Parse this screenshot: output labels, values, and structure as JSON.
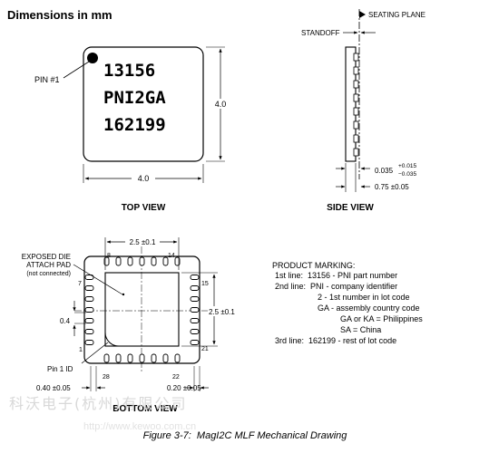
{
  "title": "Dimensions in mm",
  "top_view": {
    "pin1_label": "PIN #1",
    "marking": [
      "13156",
      "PNI2GA",
      "162199"
    ],
    "width_dim": "4.0",
    "height_dim": "4.0",
    "caption": "TOP VIEW"
  },
  "side_view": {
    "seating_plane": "SEATING PLANE",
    "standoff": "STANDOFF",
    "thickness_dim": "0.035",
    "thickness_tol_plus": "+0.015",
    "thickness_tol_minus": "−0.035",
    "height_dim": "0.75 ±0.05",
    "caption": "SIDE VIEW"
  },
  "bottom_view": {
    "exposed_pad_label": [
      "EXPOSED DIE",
      "ATTACH PAD",
      "(not connected)"
    ],
    "pin1_id": "Pin 1 ID",
    "dim_top": "2.5 ±0.1",
    "dim_right": "2.5 ±0.1",
    "dim_pitch": "0.4",
    "dim_pad_width": "0.40 ±0.05",
    "dim_pad_length": "0.20 ±0.05",
    "pin_numbers": {
      "p1": "1",
      "p7": "7",
      "p8": "8",
      "p14": "14",
      "p15": "15",
      "p21": "21",
      "p22": "22",
      "p28": "28"
    },
    "caption": "BOTTOM VIEW"
  },
  "product_marking": {
    "heading": "PRODUCT MARKING:",
    "lines": [
      "1st line:  13156 - PNI part number",
      "2nd line:  PNI - company identifier",
      "2 - 1st number in lot code",
      "GA - assembly country code",
      "GA or KA = Philippines",
      "SA = China",
      "3rd line:  162199 - rest of lot code"
    ]
  },
  "watermark": [
    "科沃电子(杭州)有限公司",
    "http://www.kewoo.com.cn"
  ],
  "figure_caption": "Figure 3-7:  MagI2C MLF Mechanical Drawing"
}
